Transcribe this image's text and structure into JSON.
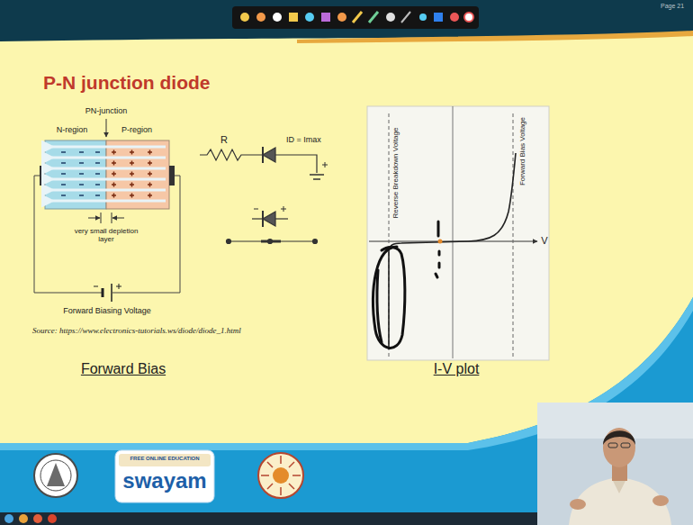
{
  "diagram": {
    "title": "P-N junction diode",
    "labels": [
      "Page 21",
      "PN-junction",
      "N-region",
      "P-region",
      "very small depletion layer",
      "Forward Biasing Voltage",
      "Source: https://www.electronics-tutorials.ws/diode/diode_1.html",
      "R",
      "ID = Imax",
      "Reverse Breakdown Voltage",
      "Forward Bias Voltage",
      "V",
      "Forward Bias",
      "I-V plot",
      "FREE ONLINE EDUCATION",
      "swayam"
    ]
  }
}
